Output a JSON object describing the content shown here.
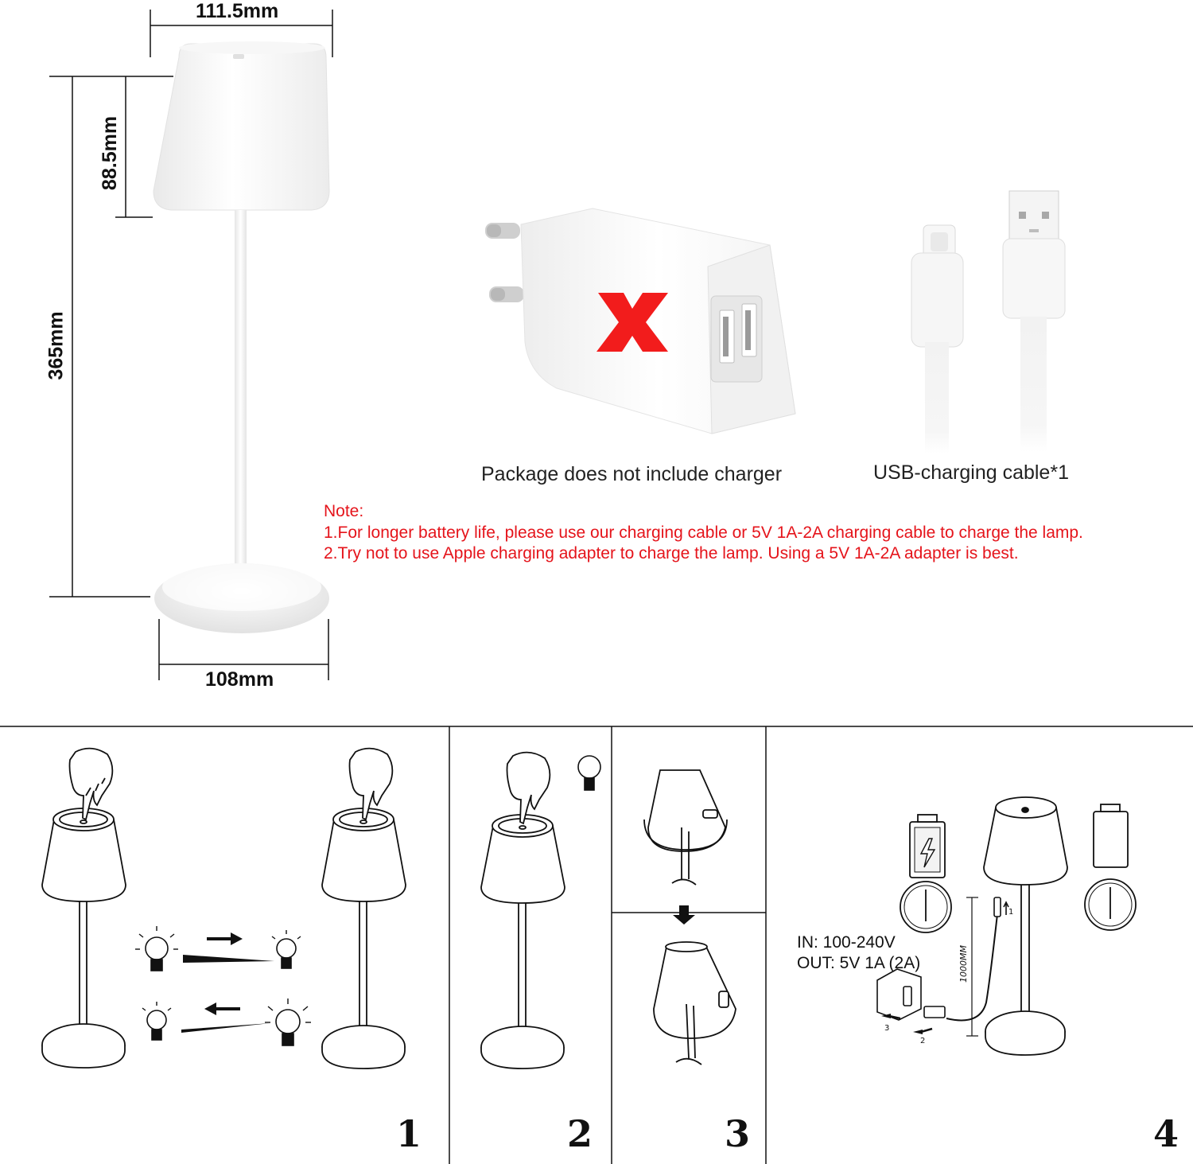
{
  "dimensions": {
    "shade_top_width": "111.5mm",
    "shade_height": "88.5mm",
    "total_height": "365mm",
    "base_width": "108mm"
  },
  "package": {
    "charger_caption": "Package does not include charger",
    "cable_caption": "USB-charging cable*1"
  },
  "note": {
    "heading": "Note:",
    "line1": "1.For longer battery life, please use our charging cable or 5V 1A-2A charging cable to charge the lamp.",
    "line2": "2.Try not to use Apple charging adapter to charge the lamp. Using a 5V 1A-2A adapter is best."
  },
  "steps": {
    "step1": "1",
    "step2": "2",
    "step3": "3",
    "step4": "4"
  },
  "charging": {
    "input": "IN:  100-240V",
    "output": "OUT:  5V 1A  (2A)",
    "cable_length": "1000MM",
    "arrow3": "3",
    "arrow2": "2",
    "arrow1": "1"
  },
  "colors": {
    "note_red": "#e5141b",
    "x_mark_red": "#f21c1c",
    "line": "#111111"
  }
}
